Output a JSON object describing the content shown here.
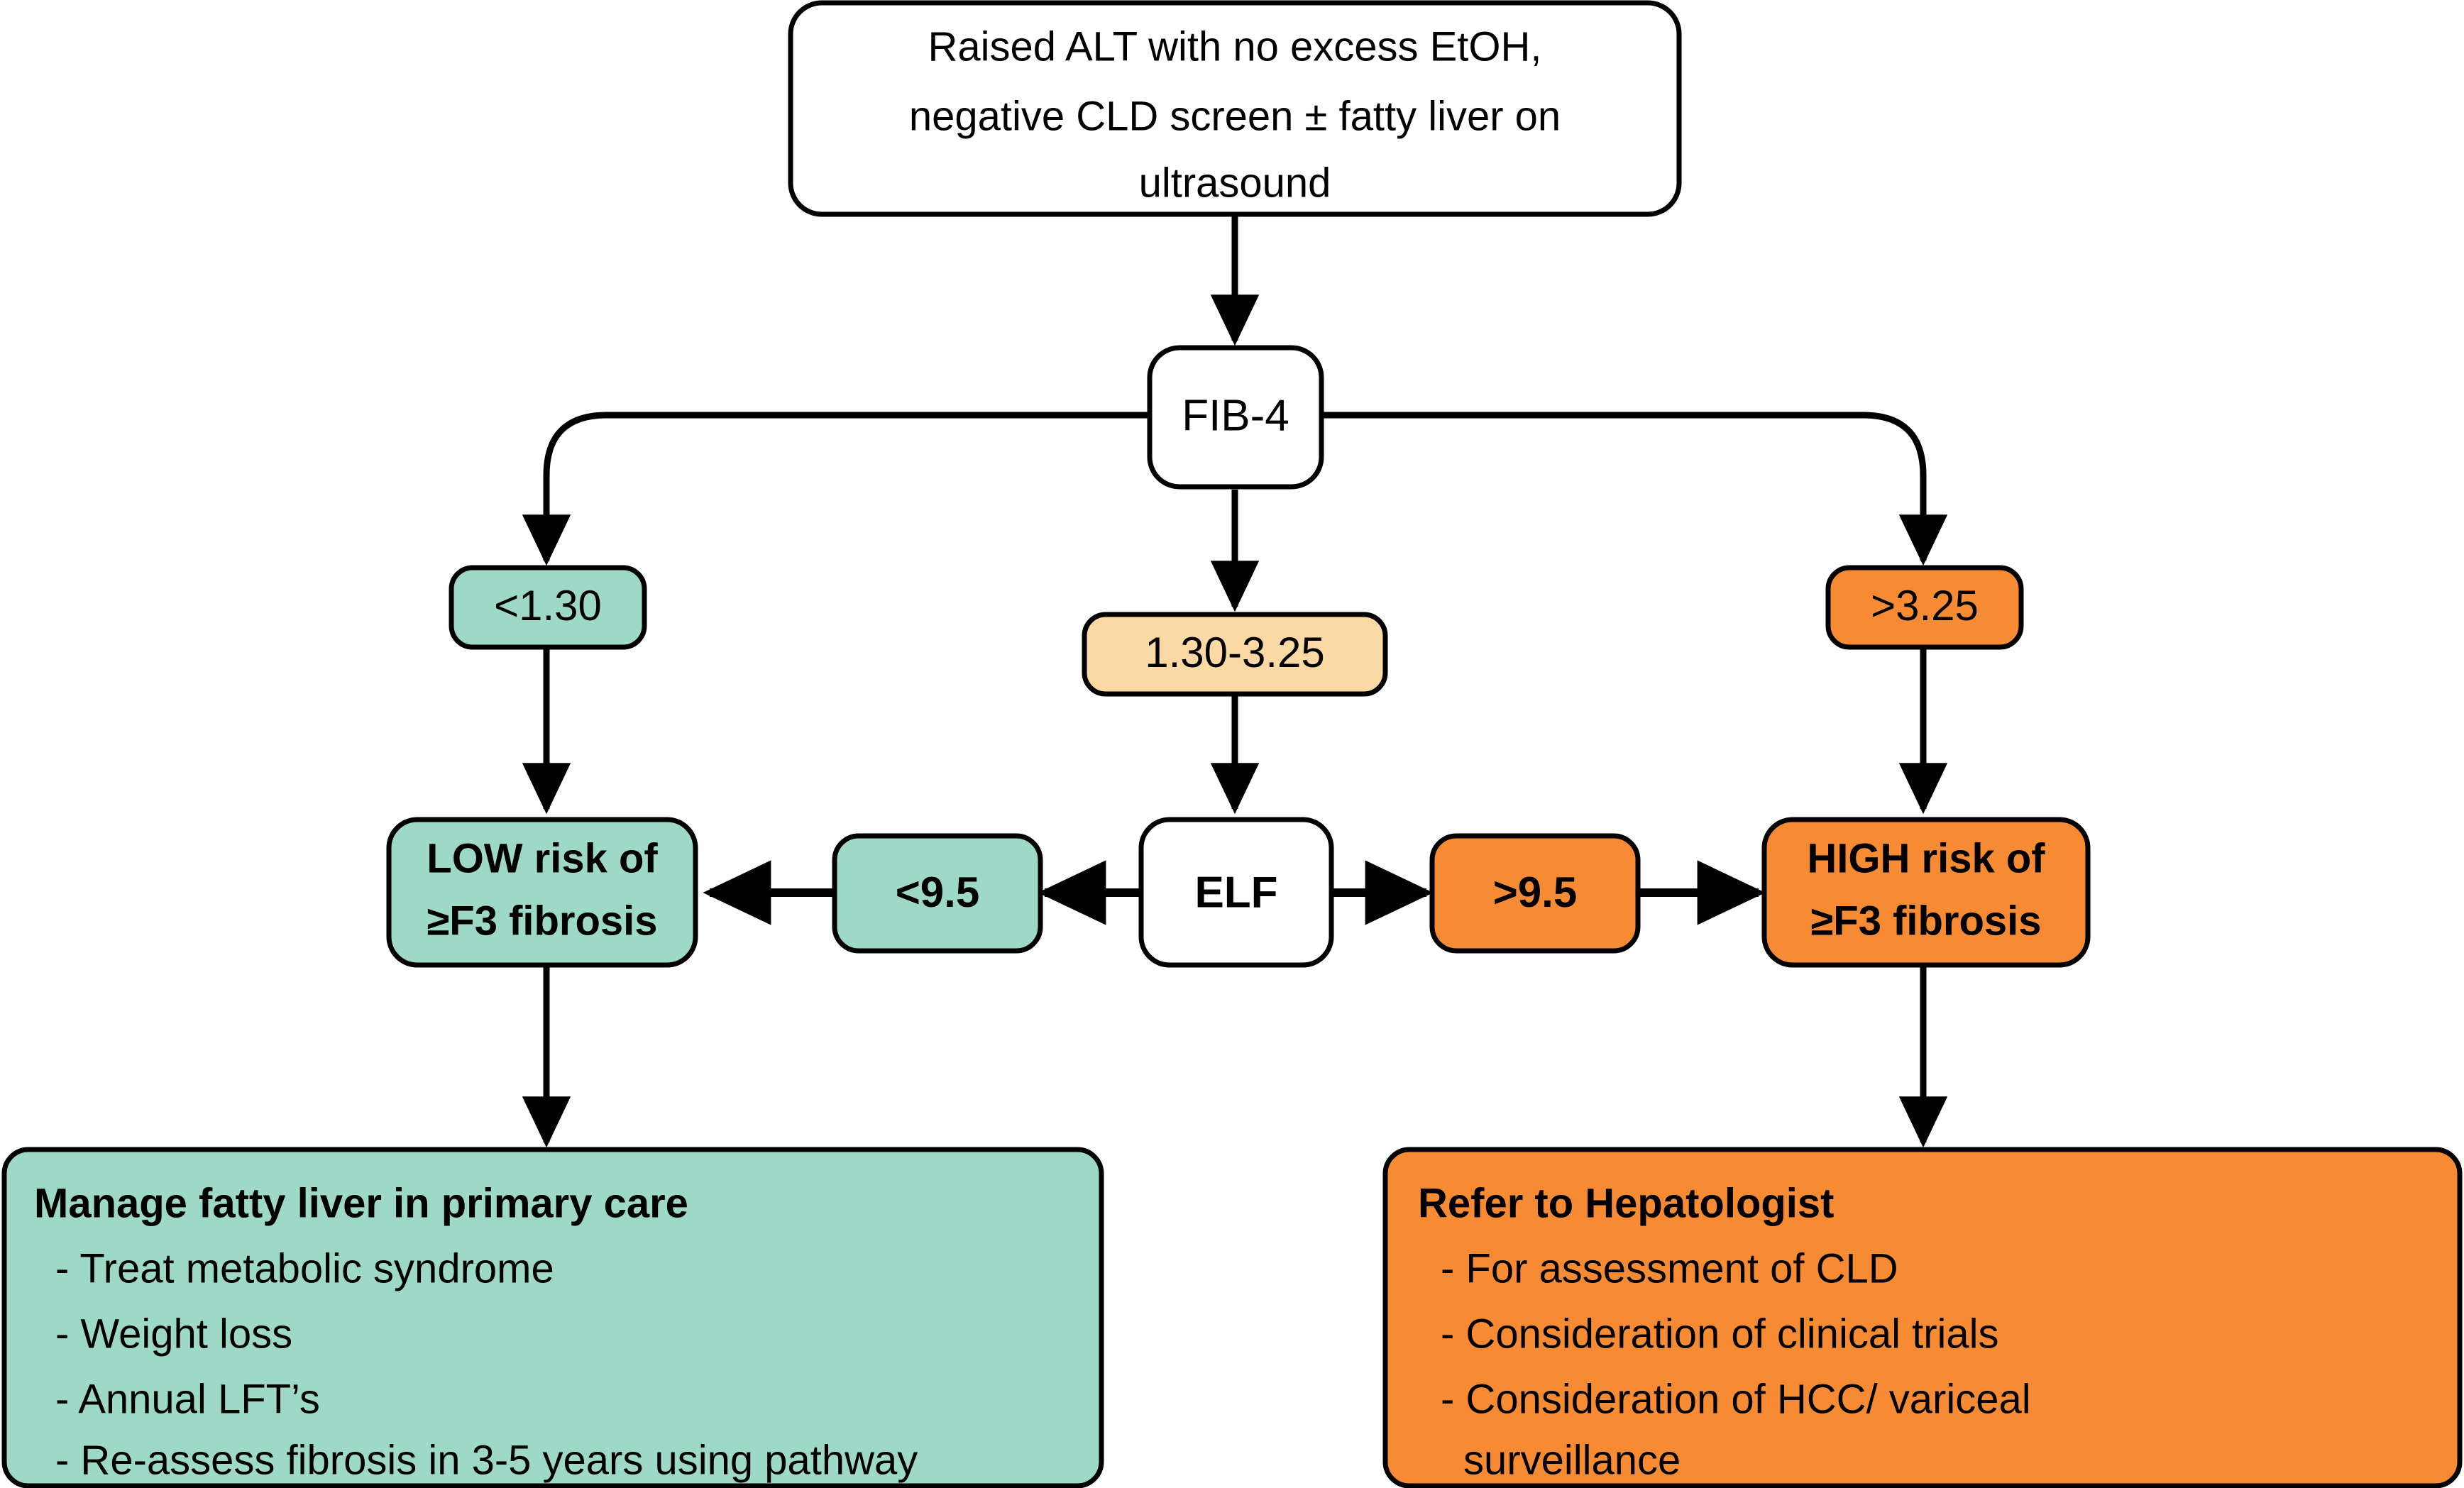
{
  "diagram": {
    "title": "FIB-4 / ELF fibrosis risk stratification pathway",
    "colors": {
      "teal": "#9ed9c8",
      "orange": "#f68b33",
      "peach": "#fbd9a5",
      "white": "#ffffff",
      "stroke": "#000000"
    }
  },
  "nodes": {
    "start": {
      "id": "raised-alt",
      "lines": [
        "Raised ALT with no excess EtOH,",
        "negative CLD screen ± fatty liver on",
        "ultrasound"
      ],
      "fill": "#ffffff"
    },
    "fib4": {
      "id": "fib-4",
      "label": "FIB-4",
      "fill": "#ffffff"
    },
    "fib4_low": {
      "id": "fib4-low-threshold",
      "label": "<1.30",
      "fill": "#9ed9c8"
    },
    "fib4_mid": {
      "id": "fib4-indeterminate-threshold",
      "label": "1.30-3.25",
      "fill": "#fbd9a5"
    },
    "fib4_high": {
      "id": "fib4-high-threshold",
      "label": ">3.25",
      "fill": "#f68b33"
    },
    "elf": {
      "id": "elf",
      "label": "ELF",
      "fill": "#ffffff"
    },
    "elf_low": {
      "id": "elf-low-threshold",
      "label": "<9.5",
      "fill": "#9ed9c8"
    },
    "elf_high": {
      "id": "elf-high-threshold",
      "label": ">9.5",
      "fill": "#f68b33"
    },
    "low_risk": {
      "id": "low-risk-outcome",
      "lines": [
        "LOW risk of",
        "≥F3 fibrosis"
      ],
      "fill": "#9ed9c8"
    },
    "high_risk": {
      "id": "high-risk-outcome",
      "lines": [
        "HIGH risk of",
        "≥F3 fibrosis"
      ],
      "fill": "#f68b33"
    },
    "manage": {
      "id": "manage-primary-care",
      "heading": "Manage fatty liver in primary care",
      "bullets": [
        "- Treat metabolic syndrome",
        "- Weight loss",
        "- Annual LFT’s",
        "- Re-assess fibrosis in 3-5 years using pathway"
      ],
      "fill": "#9ed9c8"
    },
    "refer": {
      "id": "refer-hepatologist",
      "heading": "Refer to Hepatologist",
      "bullets": [
        "- For assessment of CLD",
        "- Consideration of clinical trials",
        "- Consideration of HCC/ variceal",
        "surveillance"
      ],
      "fill": "#f68b33"
    }
  }
}
